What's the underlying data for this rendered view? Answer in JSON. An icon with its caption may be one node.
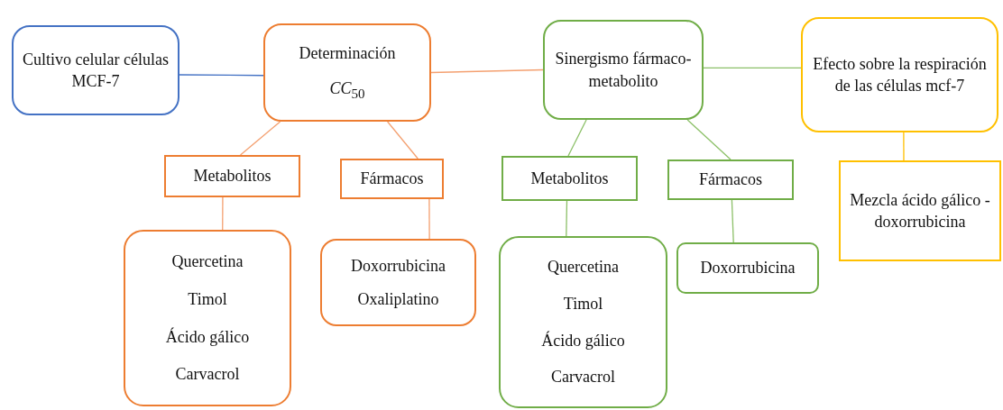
{
  "diagram": {
    "nodes": [
      {
        "text": [
          "Cultivo celular células MCF-7"
        ]
      },
      {
        "text": [
          "Determinación",
          "*CC*$_{50}$"
        ]
      },
      {
        "text": [
          "Sinergismo fármaco- metabolito"
        ]
      },
      {
        "text": [
          "Efecto sobre la respiración de las células mcf-7"
        ]
      },
      {
        "text": [
          "Metabolitos"
        ]
      },
      {
        "text": [
          "Fármacos"
        ]
      },
      {
        "text": [
          "Metabolitos"
        ]
      },
      {
        "text": [
          "Fármacos"
        ]
      },
      {
        "text": [
          "Mezcla ácido gálico - doxorrubicina"
        ]
      },
      {
        "text": [
          "Quercetina",
          "Timol",
          "Ácido gálico",
          "Carvacrol"
        ]
      },
      {
        "text": [
          "Doxorrubicina",
          "Oxaliplatino"
        ]
      },
      {
        "text": [
          "Quercetina",
          "Timol",
          "Ácido gálico",
          "Carvacrol"
        ]
      },
      {
        "text": [
          "Doxorrubicina"
        ]
      }
    ],
    "edges": [
      {
        "from": 0,
        "to": 1,
        "arrow": "none",
        "color": "#4472c4"
      },
      {
        "from": 1,
        "to": 2,
        "arrow": "none",
        "color": "#f4a070"
      },
      {
        "from": 2,
        "to": 3,
        "arrow": "none",
        "color": "#8cc068"
      },
      {
        "from": 1,
        "to": 4,
        "arrow": "none",
        "color": "#f4a070"
      },
      {
        "from": 1,
        "to": 5,
        "arrow": "none",
        "color": "#f4a070"
      },
      {
        "from": 4,
        "to": 9,
        "arrow": "none",
        "color": "#f4a070"
      },
      {
        "from": 5,
        "to": 10,
        "arrow": "none",
        "color": "#f4a070"
      },
      {
        "from": 2,
        "to": 6,
        "arrow": "none",
        "color": "#8cc068"
      },
      {
        "from": 2,
        "to": 7,
        "arrow": "none",
        "color": "#8cc068"
      },
      {
        "from": 6,
        "to": 11,
        "arrow": "none",
        "color": "#8cc068"
      },
      {
        "from": 7,
        "to": 12,
        "arrow": "none",
        "color": "#8cc068"
      },
      {
        "from": 3,
        "to": 8,
        "arrow": "none",
        "color": "#ffc000"
      }
    ]
  }
}
